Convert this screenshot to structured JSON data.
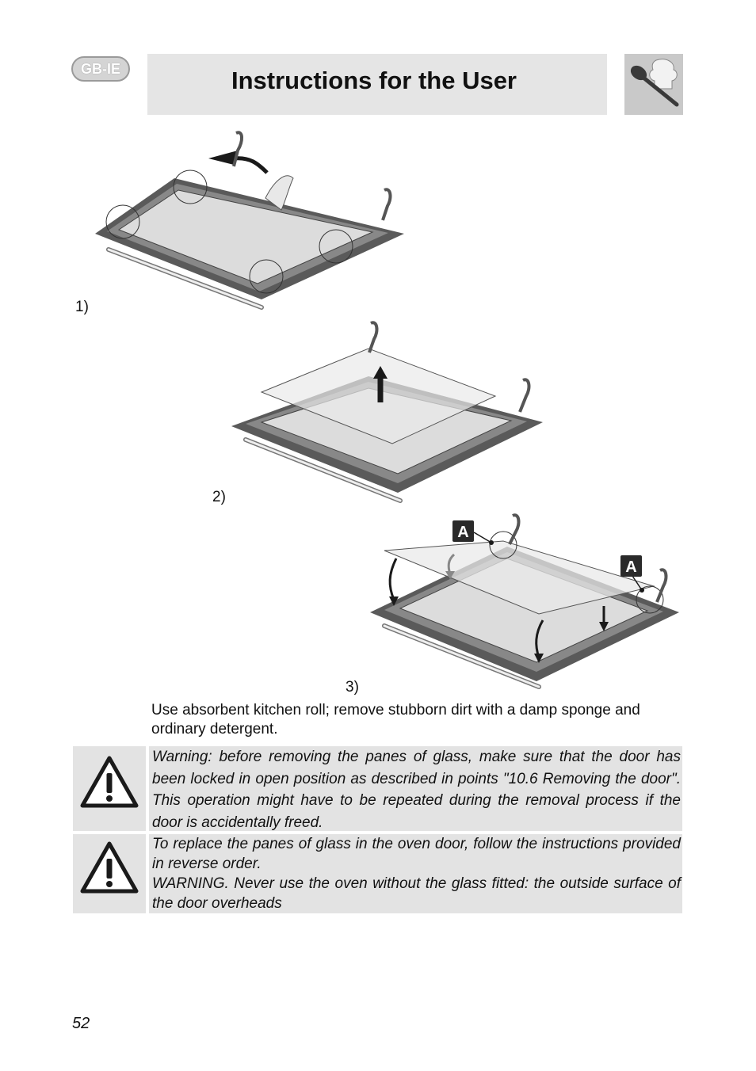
{
  "header": {
    "region_badge": "GB-IE",
    "title": "Instructions for the User",
    "logo_icon": "spoon-chef-hat-icon"
  },
  "figures": [
    {
      "label": "1)"
    },
    {
      "label": "2)"
    },
    {
      "label": "3)",
      "callouts": [
        "A",
        "A"
      ]
    }
  ],
  "body_text": "Use absorbent kitchen roll; remove stubborn dirt with a damp sponge and ordinary detergent.",
  "warnings": [
    {
      "icon": "warning-triangle-icon",
      "paragraphs": [
        "Warning: before removing the panes of glass, make sure that the door has been locked in open position as described in points \"10.6 Removing the door\". This operation might have to be repeated during the removal process if the door is accidentally freed."
      ]
    },
    {
      "icon": "warning-triangle-icon",
      "paragraphs": [
        "To replace the panes of glass in the oven door, follow the instructions provided in reverse order.",
        "WARNING. Never use the oven without the glass fitted: the outside surface of the door overheads"
      ]
    }
  ],
  "page_number": "52",
  "colors": {
    "header_bar": "#e5e5e5",
    "warning_bg": "#e3e3e3",
    "badge_bg": "#d4d4d4",
    "door_frame": "#5a5a5a"
  }
}
